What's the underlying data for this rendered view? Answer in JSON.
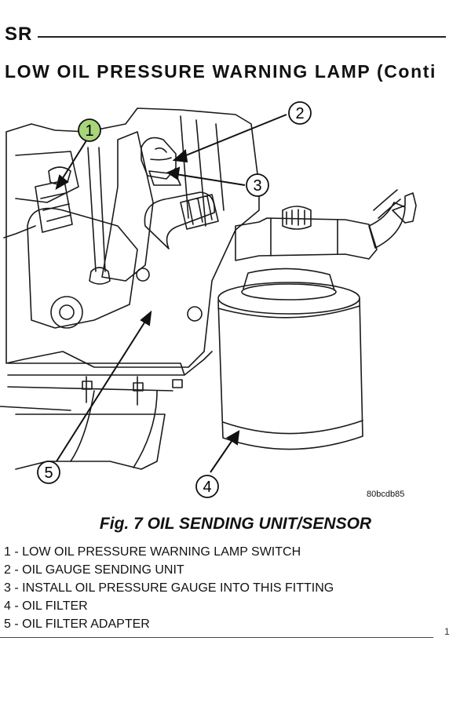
{
  "header": {
    "section_code": "SR",
    "title": "LOW OIL PRESSURE WARNING LAMP (Conti"
  },
  "figure": {
    "code": "80bcdb85",
    "caption": "Fig. 7 OIL SENDING UNIT/SENSOR",
    "callouts": [
      "1",
      "2",
      "3",
      "4",
      "5"
    ],
    "highlight_color": "#a8d47a"
  },
  "legend": [
    "1 - LOW OIL PRESSURE WARNING LAMP SWITCH",
    "2 - OIL GAUGE SENDING UNIT",
    "3 - INSTALL OIL PRESSURE GAUGE INTO THIS FITTING",
    "4 - OIL FILTER",
    "5 - OIL FILTER ADAPTER"
  ],
  "edge_marks": [
    "1"
  ]
}
